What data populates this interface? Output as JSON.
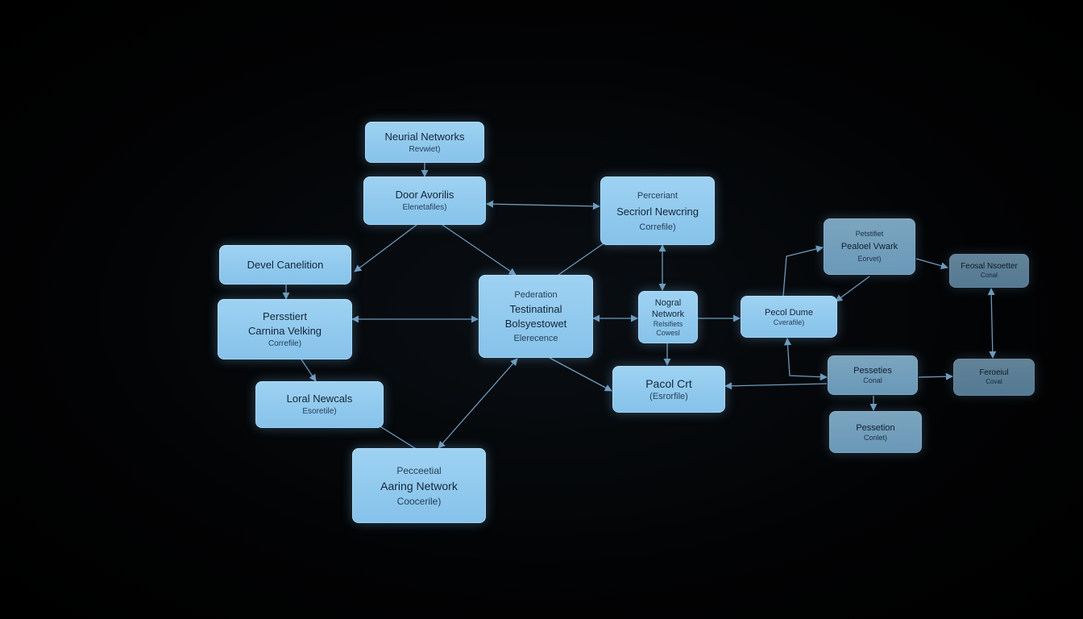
{
  "diagram": {
    "accent": "#8cc6ec",
    "edge_color": "#7fb4dc",
    "nodes": [
      {
        "id": "n1",
        "lines": [
          "Neurial Networks"
        ],
        "sub": "Revwiet)"
      },
      {
        "id": "n2",
        "lines": [
          "Door Avorilis"
        ],
        "sub": "Elenetafiles)"
      },
      {
        "id": "n3",
        "lines": [
          "Devel Canelition"
        ],
        "sub": ""
      },
      {
        "id": "n4",
        "lines": [
          "Persstiert",
          "Carnina Velking"
        ],
        "sub": "Correfile)"
      },
      {
        "id": "n5",
        "lines": [
          "Loral Newcals"
        ],
        "sub": "Esoretile)"
      },
      {
        "id": "n6",
        "lines": [
          "Pecceetial",
          "Aaring Network"
        ],
        "sub": "Coocerile)"
      },
      {
        "id": "n7",
        "lines": [
          "Pederation",
          "Testinatinal",
          "Bolsyestowet"
        ],
        "sub": "Elerecence"
      },
      {
        "id": "n8",
        "lines": [
          "Perceriant",
          "Secriorl Newcring"
        ],
        "sub": "Correfile)"
      },
      {
        "id": "n9",
        "lines": [
          "Nogral",
          "Network"
        ],
        "sub": "Relsifiets Cowesl"
      },
      {
        "id": "n10",
        "lines": [
          "Pacol Crt"
        ],
        "sub": "(Esrorfile)"
      },
      {
        "id": "n11",
        "lines": [
          "Pecol Dume"
        ],
        "sub": "Cverafile)"
      },
      {
        "id": "n12",
        "lines": [
          "Petstifiet",
          "Pealoel Vwark"
        ],
        "sub": "Eorvet)"
      },
      {
        "id": "n13",
        "lines": [
          "Pesseties"
        ],
        "sub": "Conal"
      },
      {
        "id": "n14",
        "lines": [
          "Pessetion"
        ],
        "sub": "Conlet)"
      },
      {
        "id": "n15",
        "lines": [
          "Feosal Nsoetter"
        ],
        "sub": "Conal"
      },
      {
        "id": "n16",
        "lines": [
          "Feroeiul"
        ],
        "sub": "Coval"
      }
    ]
  }
}
